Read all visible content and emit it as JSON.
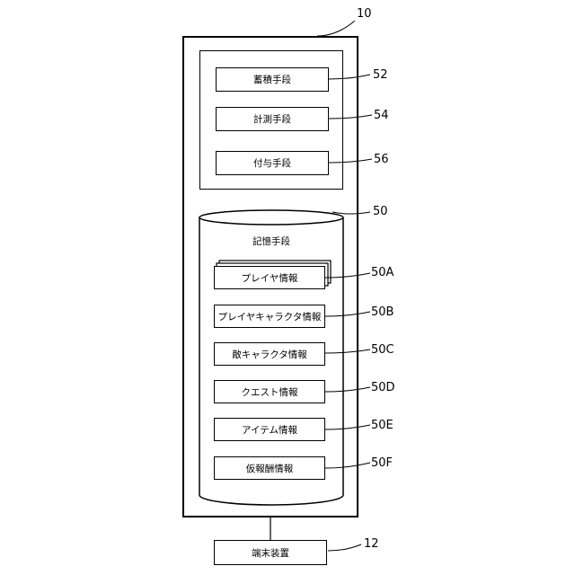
{
  "diagram": {
    "server": {
      "ref": "10"
    },
    "control_group": {
      "items": [
        {
          "label": "蓄積手段",
          "ref": "52"
        },
        {
          "label": "計測手段",
          "ref": "54"
        },
        {
          "label": "付与手段",
          "ref": "56"
        }
      ]
    },
    "storage": {
      "label": "記憶手段",
      "ref": "50",
      "items": [
        {
          "label": "プレイヤ情報",
          "ref": "50A"
        },
        {
          "label": "プレイヤキャラクタ情報",
          "ref": "50B"
        },
        {
          "label": "敵キャラクタ情報",
          "ref": "50C"
        },
        {
          "label": "クエスト情報",
          "ref": "50D"
        },
        {
          "label": "アイテム情報",
          "ref": "50E"
        },
        {
          "label": "仮報酬情報",
          "ref": "50F"
        }
      ]
    },
    "terminal": {
      "label": "端末装置",
      "ref": "12"
    }
  }
}
